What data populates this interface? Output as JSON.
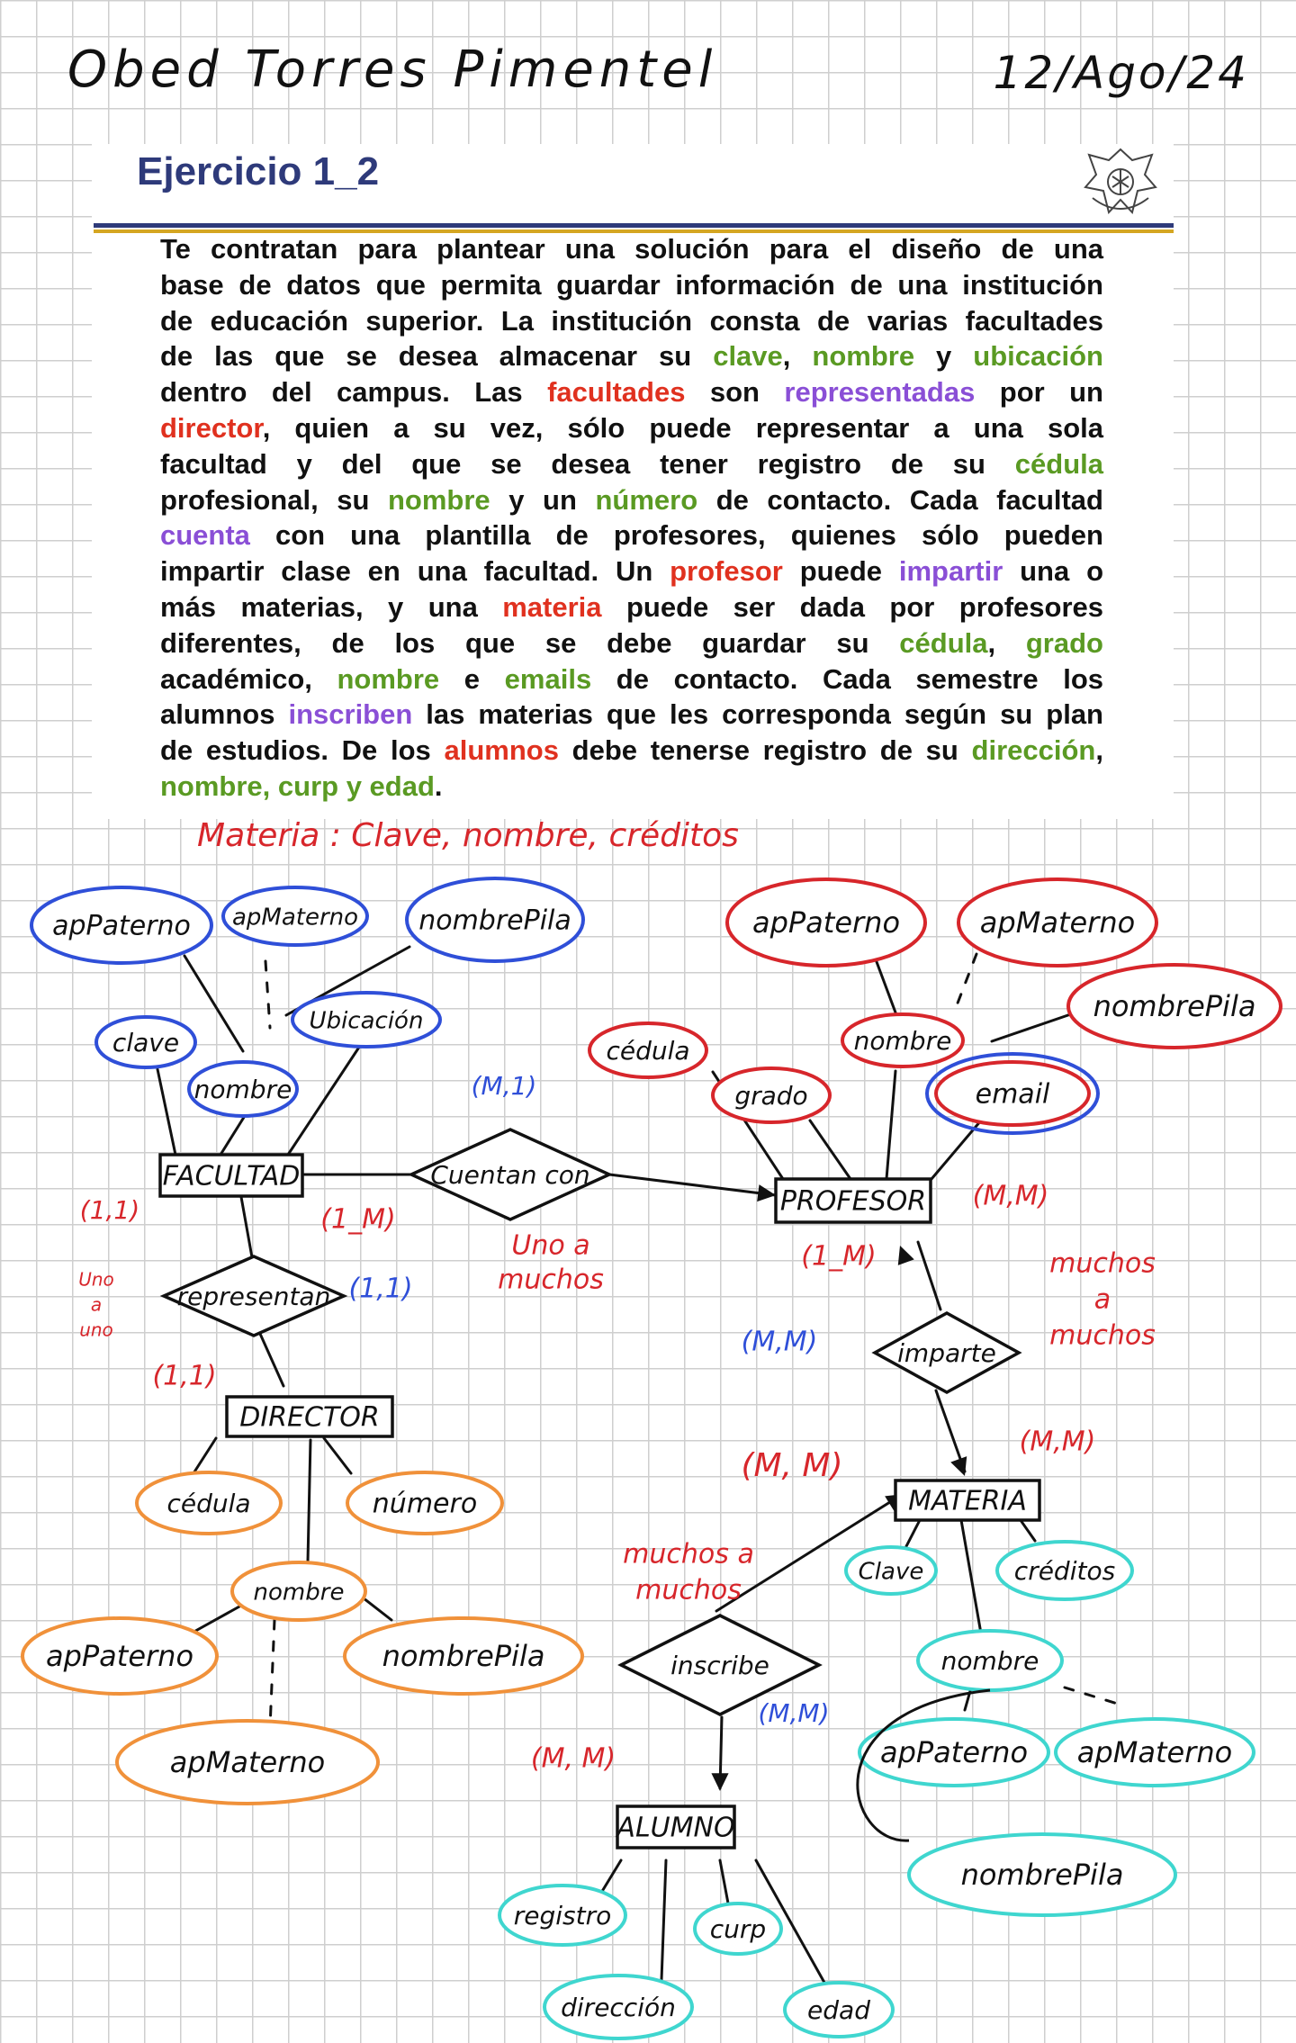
{
  "header": {
    "author": "Obed Torres Pimentel",
    "date": "12/Ago/24"
  },
  "card": {
    "title": "Ejercicio 1_2",
    "lines": [
      [
        {
          "t": "Te contratan para plantear una solución para el diseño de una",
          "c": ""
        }
      ],
      [
        {
          "t": "base de datos que permita guardar información de una institución",
          "c": ""
        }
      ],
      [
        {
          "t": "de educación superior. La institución consta de varias facultades",
          "c": ""
        }
      ],
      [
        {
          "t": "de las que se desea almacenar su ",
          "c": ""
        },
        {
          "t": "clave",
          "c": "g"
        },
        {
          "t": ", ",
          "c": ""
        },
        {
          "t": "nombre",
          "c": "g"
        },
        {
          "t": " y ",
          "c": ""
        },
        {
          "t": "ubicación",
          "c": "g"
        }
      ],
      [
        {
          "t": "dentro del campus.   Las ",
          "c": ""
        },
        {
          "t": "facultades",
          "c": "r"
        },
        {
          "t": " son ",
          "c": ""
        },
        {
          "t": "representadas",
          "c": "p"
        },
        {
          "t": " por un",
          "c": ""
        }
      ],
      [
        {
          "t": "director",
          "c": "r"
        },
        {
          "t": ", quien a su vez, sólo puede representar a una sola",
          "c": ""
        }
      ],
      [
        {
          "t": "facultad y del que se desea tener registro de su ",
          "c": ""
        },
        {
          "t": "cédula",
          "c": "g"
        }
      ],
      [
        {
          "t": "profesional, su ",
          "c": ""
        },
        {
          "t": "nombre",
          "c": "g"
        },
        {
          "t": " y un ",
          "c": ""
        },
        {
          "t": "número",
          "c": "g"
        },
        {
          "t": " de contacto. Cada facultad",
          "c": ""
        }
      ],
      [
        {
          "t": "cuenta",
          "c": "p"
        },
        {
          "t": " con una plantilla de profesores, quienes sólo pueden",
          "c": ""
        }
      ],
      [
        {
          "t": "impartir clase en una facultad. Un ",
          "c": ""
        },
        {
          "t": "profesor",
          "c": "r"
        },
        {
          "t": " puede ",
          "c": ""
        },
        {
          "t": "impartir",
          "c": "p"
        },
        {
          "t": " una o",
          "c": ""
        }
      ],
      [
        {
          "t": "más materias, y una ",
          "c": ""
        },
        {
          "t": "materia",
          "c": "r"
        },
        {
          "t": " puede ser dada por profesores",
          "c": ""
        }
      ],
      [
        {
          "t": "diferentes, de los que se debe guardar su ",
          "c": ""
        },
        {
          "t": "cédula",
          "c": "g"
        },
        {
          "t": ", ",
          "c": ""
        },
        {
          "t": "grado",
          "c": "g"
        }
      ],
      [
        {
          "t": "académico, ",
          "c": ""
        },
        {
          "t": "nombre",
          "c": "g"
        },
        {
          "t": " e ",
          "c": ""
        },
        {
          "t": "emails",
          "c": "g"
        },
        {
          "t": " de contacto. Cada semestre los",
          "c": ""
        }
      ],
      [
        {
          "t": "alumnos ",
          "c": ""
        },
        {
          "t": "inscriben",
          "c": "p"
        },
        {
          "t": " las materias que les corresponda según su plan",
          "c": ""
        }
      ],
      [
        {
          "t": "de estudios. De los ",
          "c": ""
        },
        {
          "t": "alumnos",
          "c": "r"
        },
        {
          "t": " debe tenerse registro de su ",
          "c": ""
        },
        {
          "t": "dirección",
          "c": "g"
        },
        {
          "t": ",",
          "c": ""
        }
      ],
      [
        {
          "t": "nombre, curp y edad",
          "c": "g"
        },
        {
          "t": ".",
          "c": ""
        }
      ]
    ]
  },
  "colors": {
    "title": "#2e3a7a",
    "rule_gold": "#d5a622",
    "attribute": "#5a9a23",
    "entity": "#e0311f",
    "relation": "#8a4fd6",
    "blue": "#2f4fd8",
    "red": "#d7262b",
    "orange": "#f0913a",
    "teal": "#3fd6cf",
    "black": "#111111"
  },
  "diagram": {
    "note": "Materia : Clave, nombre, créditos",
    "entities": [
      {
        "id": "facultad",
        "label": "FACULTAD"
      },
      {
        "id": "profesor",
        "label": "PROFESOR"
      },
      {
        "id": "director",
        "label": "DIRECTOR"
      },
      {
        "id": "materia",
        "label": "MATERIA"
      },
      {
        "id": "alumno",
        "label": "ALUMNO"
      }
    ],
    "relationships": [
      {
        "id": "cuentan",
        "label": "Cuentan con"
      },
      {
        "id": "representan",
        "label": "representan"
      },
      {
        "id": "imparte",
        "label": "imparte"
      },
      {
        "id": "inscribe",
        "label": "inscribe"
      }
    ],
    "attributes": [
      {
        "id": "fac_appaterno",
        "label": "apPaterno",
        "color": "blue"
      },
      {
        "id": "fac_apmaterno",
        "label": "apMaterno",
        "color": "blue"
      },
      {
        "id": "fac_nombrepila",
        "label": "nombrePila",
        "color": "blue"
      },
      {
        "id": "fac_clave",
        "label": "clave",
        "color": "blue"
      },
      {
        "id": "fac_ubicacion",
        "label": "Ubicación",
        "color": "blue"
      },
      {
        "id": "fac_nombre",
        "label": "nombre",
        "color": "blue"
      },
      {
        "id": "prof_appaterno",
        "label": "apPaterno",
        "color": "red"
      },
      {
        "id": "prof_apmaterno",
        "label": "apMaterno",
        "color": "red"
      },
      {
        "id": "prof_nombrepila",
        "label": "nombrePila",
        "color": "red"
      },
      {
        "id": "prof_nombre",
        "label": "nombre",
        "color": "red"
      },
      {
        "id": "prof_cedula",
        "label": "cédula",
        "color": "red"
      },
      {
        "id": "prof_grado",
        "label": "grado",
        "color": "red"
      },
      {
        "id": "prof_email",
        "label": "email",
        "color": "red"
      },
      {
        "id": "dir_cedula",
        "label": "cédula",
        "color": "orange"
      },
      {
        "id": "dir_numero",
        "label": "número",
        "color": "orange"
      },
      {
        "id": "dir_nombre",
        "label": "nombre",
        "color": "orange"
      },
      {
        "id": "dir_appaterno",
        "label": "apPaterno",
        "color": "orange"
      },
      {
        "id": "dir_nombrepila",
        "label": "nombrePila",
        "color": "orange"
      },
      {
        "id": "dir_apmaterno",
        "label": "apMaterno",
        "color": "orange"
      },
      {
        "id": "mat_clave",
        "label": "Clave",
        "color": "teal"
      },
      {
        "id": "mat_creditos",
        "label": "créditos",
        "color": "teal"
      },
      {
        "id": "mat_nombre",
        "label": "nombre",
        "color": "teal"
      },
      {
        "id": "mat_appaterno",
        "label": "apPaterno",
        "color": "teal"
      },
      {
        "id": "mat_apmaterno",
        "label": "apMaterno",
        "color": "teal"
      },
      {
        "id": "mat_nombrepila",
        "label": "nombrePila",
        "color": "teal"
      },
      {
        "id": "alu_registro",
        "label": "registro",
        "color": "teal"
      },
      {
        "id": "alu_curp",
        "label": "curp",
        "color": "teal"
      },
      {
        "id": "alu_direccion",
        "label": "dirección",
        "color": "teal"
      },
      {
        "id": "alu_edad",
        "label": "edad",
        "color": "teal"
      }
    ],
    "annotations": [
      {
        "id": "a_fac_11",
        "label": "(1,1)",
        "color": "red"
      },
      {
        "id": "a_cuentan_1m",
        "label": "(1_M)",
        "color": "red"
      },
      {
        "id": "a_uno_muchos",
        "label": "Uno a muchos",
        "color": "red"
      },
      {
        "id": "a_m1_blue",
        "label": "(M,1)",
        "color": "blue"
      },
      {
        "id": "a_prof_1m",
        "label": "(1_M)",
        "color": "red"
      },
      {
        "id": "a_prof_mm",
        "label": "(M,M)",
        "color": "red"
      },
      {
        "id": "a_muchos_muchos_r",
        "label": "muchos a muchos",
        "color": "red"
      },
      {
        "id": "a_uno_uno",
        "label": "Uno a uno",
        "color": "red"
      },
      {
        "id": "a_rep_11",
        "label": "(1,1)",
        "color": "blue"
      },
      {
        "id": "a_dir_11",
        "label": "(1,1)",
        "color": "red"
      },
      {
        "id": "a_imp_mm_blue",
        "label": "(M,M)",
        "color": "blue"
      },
      {
        "id": "a_mat_mm",
        "label": "(M,M)",
        "color": "red"
      },
      {
        "id": "a_mm_left",
        "label": "(M, M)",
        "color": "red"
      },
      {
        "id": "a_muchos_muchos_l",
        "label": "muchos a muchos",
        "color": "red"
      },
      {
        "id": "a_ins_mm_blue",
        "label": "(M,M)",
        "color": "blue"
      },
      {
        "id": "a_alu_mm",
        "label": "(M, M)",
        "color": "red"
      }
    ]
  }
}
